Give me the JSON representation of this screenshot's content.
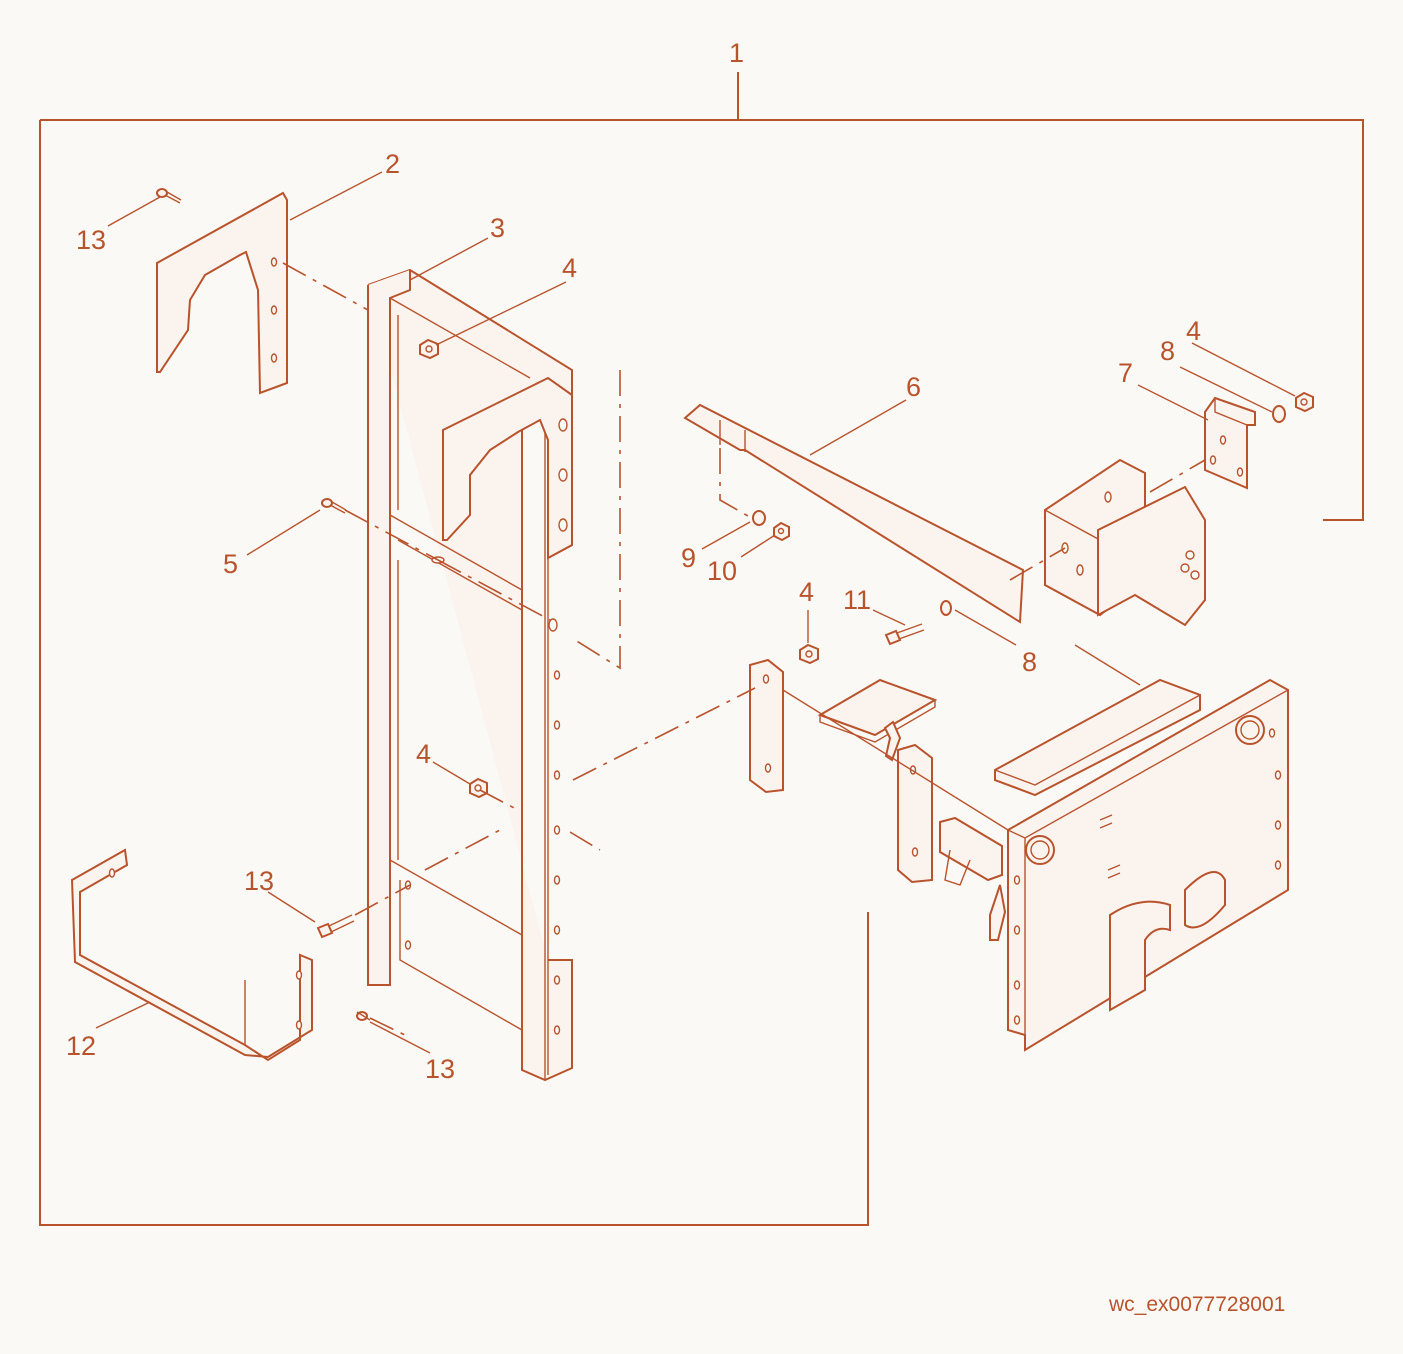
{
  "figure_code": "wc_ex0077728001",
  "colors": {
    "line": "#b9532c",
    "background": "#faf9f6"
  },
  "callouts": [
    {
      "id": "c1",
      "text": "1"
    },
    {
      "id": "c2",
      "text": "2"
    },
    {
      "id": "c3",
      "text": "3"
    },
    {
      "id": "c4a",
      "text": "4"
    },
    {
      "id": "c4b",
      "text": "4"
    },
    {
      "id": "c4c",
      "text": "4"
    },
    {
      "id": "c4d",
      "text": "4"
    },
    {
      "id": "c5",
      "text": "5"
    },
    {
      "id": "c6",
      "text": "6"
    },
    {
      "id": "c7",
      "text": "7"
    },
    {
      "id": "c8a",
      "text": "8"
    },
    {
      "id": "c8b",
      "text": "8"
    },
    {
      "id": "c9",
      "text": "9"
    },
    {
      "id": "c10",
      "text": "10"
    },
    {
      "id": "c11",
      "text": "11"
    },
    {
      "id": "c12",
      "text": "12"
    },
    {
      "id": "c13a",
      "text": "13"
    },
    {
      "id": "c13b",
      "text": "13"
    },
    {
      "id": "c13c",
      "text": "13"
    }
  ]
}
